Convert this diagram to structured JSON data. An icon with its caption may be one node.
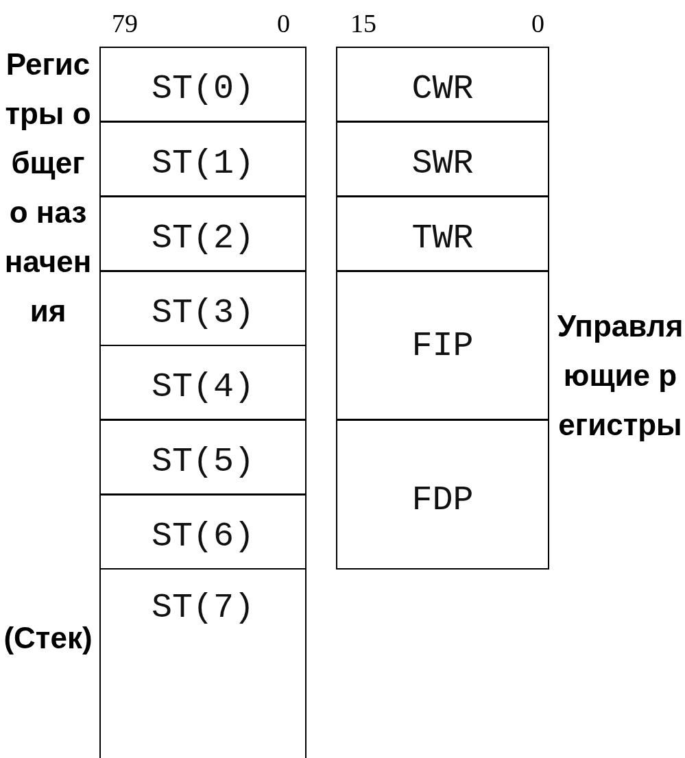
{
  "diagram": {
    "nodes": [
      {
        "text": [
          "ST(0)"
        ]
      },
      {
        "text": [
          "ST(1)"
        ]
      },
      {
        "text": [
          "ST(2)"
        ]
      },
      {
        "text": [
          "ST(3)"
        ]
      },
      {
        "text": [
          "ST(4)"
        ]
      },
      {
        "text": [
          "ST(5)"
        ]
      },
      {
        "text": [
          "ST(6)"
        ]
      },
      {
        "text": [
          "ST(7)"
        ]
      },
      {
        "text": [
          "CWR"
        ]
      },
      {
        "text": [
          "SWR"
        ]
      },
      {
        "text": [
          "TWR"
        ]
      },
      {
        "text": [
          "FIP"
        ]
      },
      {
        "text": [
          "FDP"
        ]
      }
    ],
    "labels": [
      "79",
      "0",
      "15",
      "0",
      "Регистры общего назначения",
      "(Стек)",
      "Управляющие регистры"
    ]
  }
}
